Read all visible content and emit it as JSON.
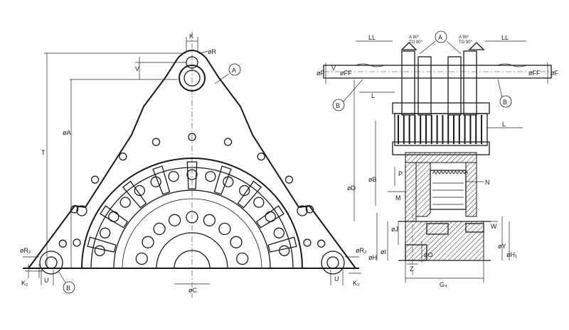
{
  "callouts": {
    "a": "A",
    "b": "B"
  },
  "front_view": {
    "k": "K",
    "r": "øR",
    "v": "V",
    "a": "øA",
    "t": "T",
    "r2": "øR₂",
    "k2": "K₂",
    "u": "U",
    "c": "øC"
  },
  "side_view": {
    "ll": "LL",
    "angle_line1": "A 90°",
    "angle_line2": "TO 90°",
    "f": "øF",
    "ff": "øFF",
    "v": "V",
    "l": "L",
    "d": "øD",
    "b": "øB",
    "p": "P",
    "m": "M",
    "n": "N",
    "j": "øJ",
    "i": "øI",
    "h": "øH",
    "z": "Z",
    "o": "øO",
    "g4": "G₄",
    "w": "W",
    "y": "øY",
    "h1": "øH₁"
  }
}
